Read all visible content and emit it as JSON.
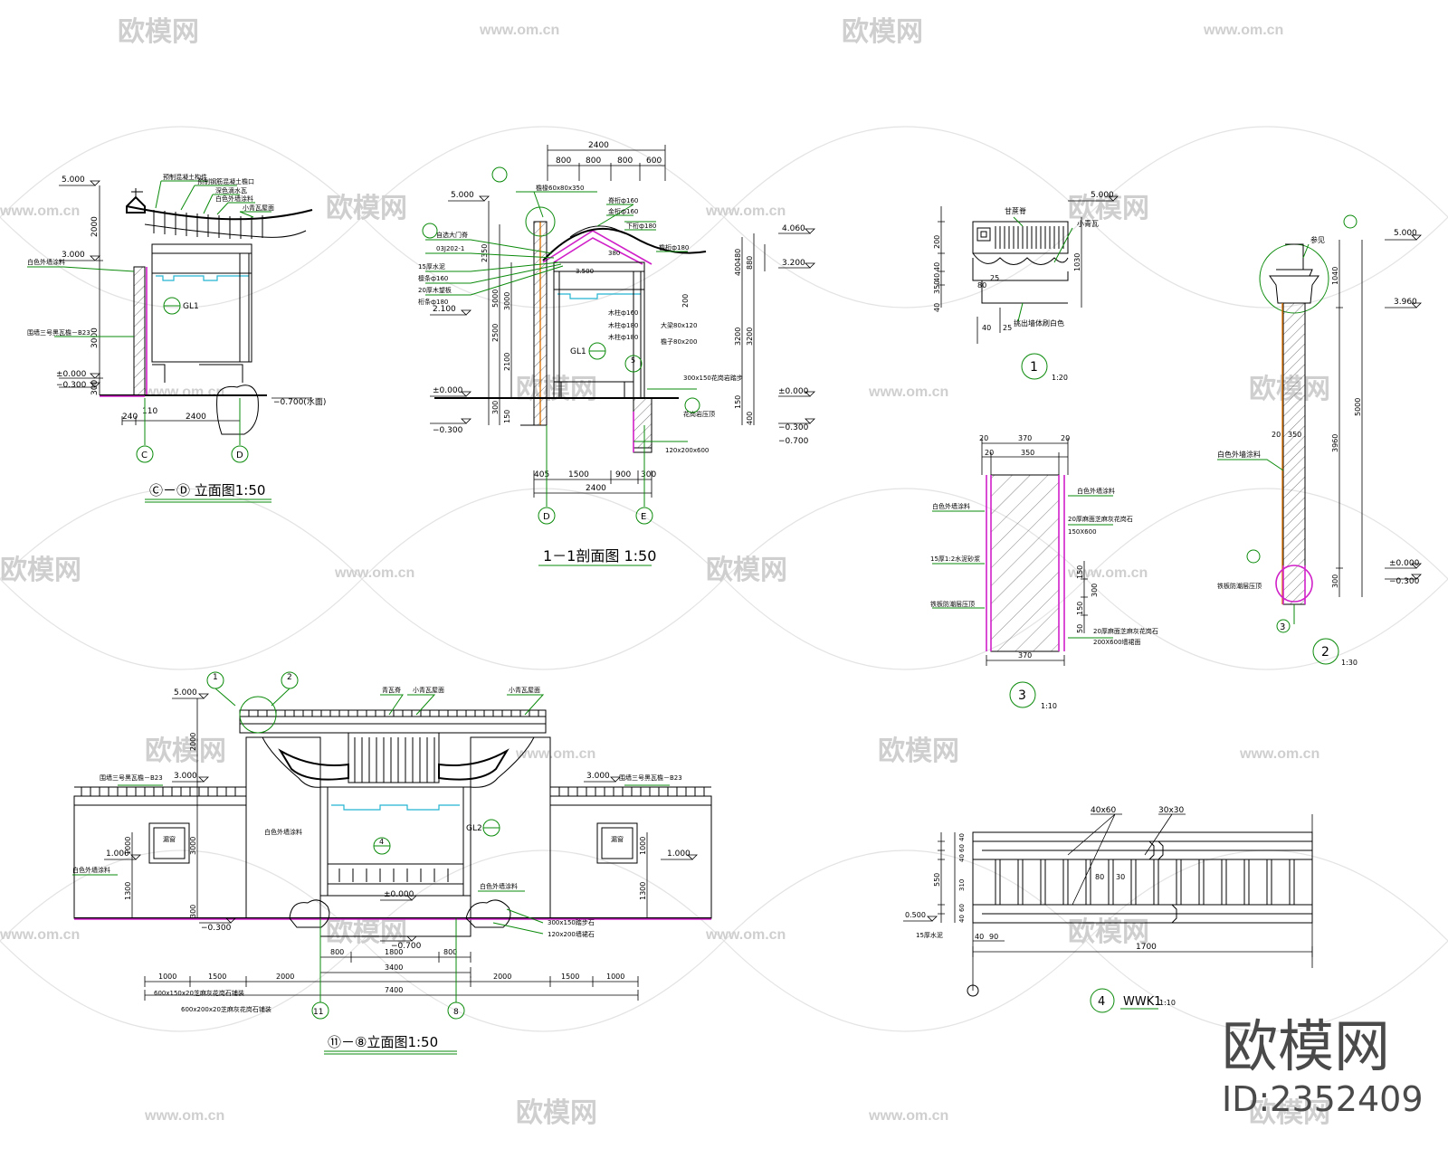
{
  "watermark": {
    "brand": "欧模网",
    "url": "www.om.cn",
    "id": "ID:2352409"
  },
  "drawings": {
    "cd_elevation": {
      "title": "Ⓒ－Ⓓ 立面图1:50",
      "levels": [
        "5.000",
        "3.000",
        "±0.000",
        "−0.300",
        "−0.700(水面)"
      ],
      "notes": [
        "预制混凝土构件",
        "预制钢筋混凝土檐口",
        "深色滴水瓦",
        "白色外墙涂料",
        "小青瓦屋面",
        "围墙三号黑瓦檐－B23"
      ],
      "dims": [
        "2000",
        "3000",
        "300",
        "240",
        "2400",
        "110"
      ],
      "axes": [
        "C",
        "D"
      ],
      "tag": "GL1"
    },
    "section_11": {
      "title": "1－1剖面图 1:50",
      "top_dims": [
        "2400",
        "800",
        "800",
        "800",
        "600"
      ],
      "levels": [
        "5.000",
        "4.060",
        "3.200",
        "2.100",
        "±0.000",
        "−0.300",
        "−0.700"
      ],
      "left_notes": [
        "檐椽60x80x350",
        "自选大门脊",
        "03J202-1",
        "15厚水泥",
        "檩条ф160",
        "20厚木望板",
        "桁条ф180"
      ],
      "right_notes": [
        "脊桁ф160",
        "金桁ф160",
        "下桁ф180",
        "檐桁ф180",
        "300x150花岗岩踏步",
        "花岗岩压顶",
        "120x200x600"
      ],
      "inner_notes": [
        "木柱ф160",
        "木柱ф180",
        "木柱ф180",
        "大梁80x120",
        "檐子80x200",
        "3.500",
        "380"
      ],
      "dims_right": [
        "480",
        "400",
        "880",
        "3200",
        "3200",
        "150",
        "400",
        "200"
      ],
      "dims_left": [
        "2350",
        "5000",
        "3000",
        "2500",
        "2100",
        "300",
        "150"
      ],
      "bottom_dims": [
        "405",
        "1500",
        "900",
        "300",
        "2400"
      ],
      "axes": [
        "D",
        "E"
      ],
      "tags": [
        "GL1",
        "5"
      ]
    },
    "detail_1": {
      "label": "1",
      "scale": "1:20",
      "notes": [
        "甘蔗脊",
        "小青瓦",
        "挑出墙体刷白色"
      ],
      "level": "5.000",
      "dims": [
        "200",
        "40",
        "40",
        "350",
        "40",
        "80",
        "40",
        "25",
        "1030",
        "40",
        "25"
      ]
    },
    "detail_2": {
      "label": "2",
      "scale": "1:30",
      "notes": [
        "参见",
        "白色外墙涂料",
        "铁板防潮层压顶"
      ],
      "levels": [
        "5.000",
        "3.960",
        "±0.000",
        "−0.300"
      ],
      "dims": [
        "1040",
        "5000",
        "3960",
        "300",
        "20",
        "350"
      ],
      "axis": "3"
    },
    "detail_3": {
      "label": "3",
      "scale": "1:10",
      "top_dims": [
        "20",
        "370",
        "20",
        "20",
        "350"
      ],
      "bottom_dim": "370",
      "notes": [
        "白色外墙涂料",
        "白色外墙涂料",
        "20厚麻面芝麻灰花岗石",
        "150X600",
        "15厚1:2水泥砂浆",
        "铁板防潮层压顶",
        "20厚麻面芝麻灰花岗石",
        "200X600墙裙面"
      ],
      "dims": [
        "150",
        "300",
        "150",
        "50"
      ]
    },
    "detail_4": {
      "label": "4",
      "name": "WWK1",
      "scale": "1:10",
      "notes": [
        "40x60",
        "30x30",
        "15厚水泥"
      ],
      "level": "0.500",
      "dims": [
        "40",
        "60",
        "40",
        "550",
        "310",
        "60",
        "40",
        "80",
        "30",
        "40",
        "90",
        "1700"
      ]
    },
    "front_elevation": {
      "title": "⑪－⑧立面图1:50",
      "levels": [
        "5.000",
        "3.000",
        "3.000",
        "1.000",
        "1.000",
        "±0.000",
        "−0.300",
        "−0.700"
      ],
      "notes": [
        "青瓦脊",
        "小青瓦屋面",
        "小青瓦屋面",
        "围墙三号黑瓦檐－B23",
        "围墙三号黑瓦檐－B23",
        "白色外墙涂料",
        "白色外墙涂料",
        "白色外墙涂料",
        "白色外墙涂料",
        "漏窗",
        "漏窗",
        "300x150踏步石",
        "120x200墙裙石",
        "600x150x20芝麻灰花岗石铺装",
        "600x200x20芝麻灰花岗石铺装"
      ],
      "dims_bottom": [
        "1000",
        "1500",
        "2000",
        "800",
        "1800",
        "800",
        "2000",
        "1500",
        "1000"
      ],
      "dim_3400": "3400",
      "dim_total": "7400",
      "dims_vertical": [
        "2000",
        "3000",
        "1000",
        "1300",
        "300",
        "1000",
        "1300"
      ],
      "axes": [
        "11",
        "8"
      ],
      "callouts": [
        "1",
        "2"
      ],
      "tags": [
        "GL2",
        "4"
      ]
    }
  }
}
